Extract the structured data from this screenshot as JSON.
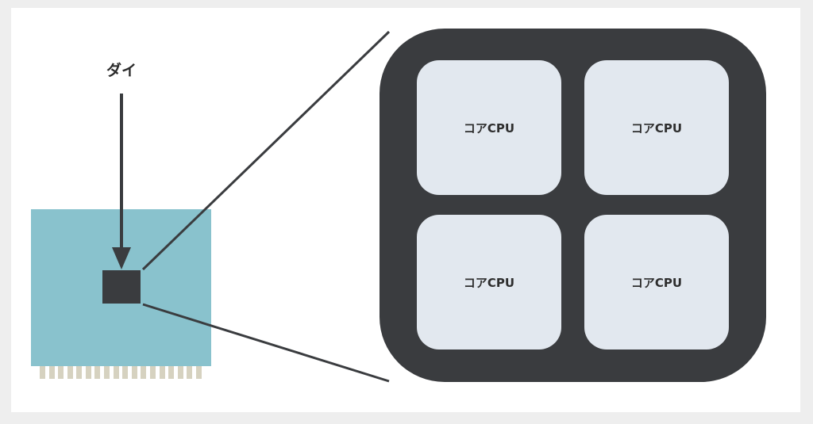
{
  "diagram": {
    "die_label": "ダイ",
    "cores": [
      {
        "label": "コアCPU"
      },
      {
        "label": "コアCPU"
      },
      {
        "label": "コアCPU"
      },
      {
        "label": "コアCPU"
      }
    ]
  },
  "colors": {
    "board": "#89c2cd",
    "die": "#3a3c3f",
    "core": "#e2e8ef",
    "pins": "#d6d2c0"
  }
}
